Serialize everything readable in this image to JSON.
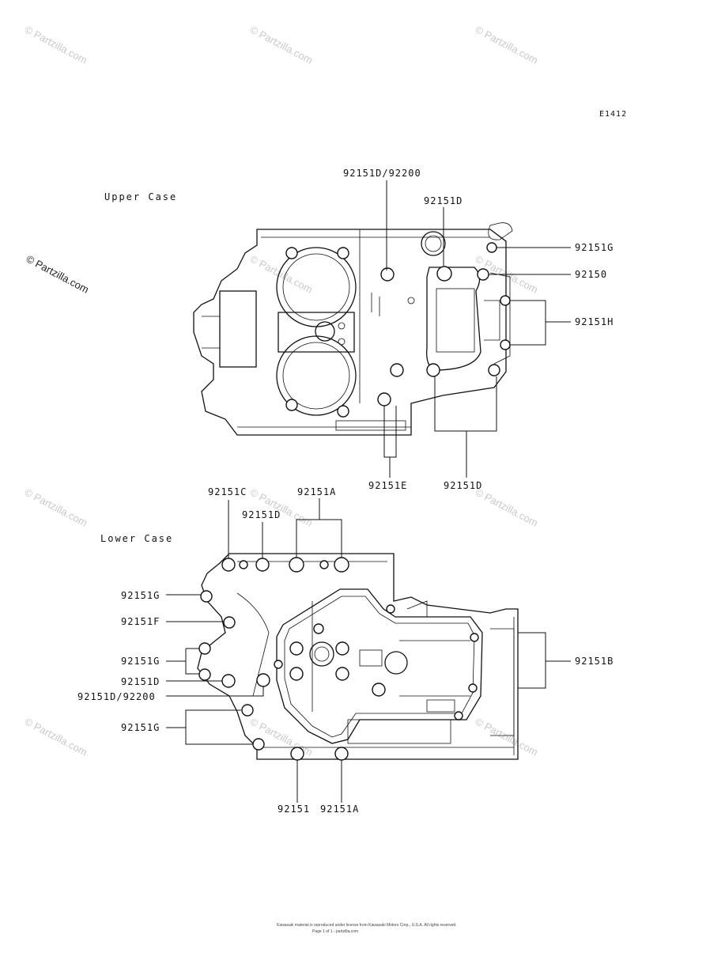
{
  "diagram_code": "E1412",
  "watermark": "© Partzilla.com",
  "footer": {
    "line1": "Kawasaki material is reproduced under license from Kawasaki Motors Corp., U.S.A. All rights reserved.",
    "line2": "Page 1 of 1 - partzilla.com"
  },
  "upper_case": {
    "title": "Upper Case",
    "labels": {
      "l92151d_92200": "92151D/92200",
      "l92151d_top": "92151D",
      "l92151g": "92151G",
      "l92150": "92150",
      "l92151h": "92151H",
      "l92151e": "92151E",
      "l92151d_bottom": "92151D"
    }
  },
  "lower_case": {
    "title": "Lower Case",
    "labels": {
      "l92151c": "92151C",
      "l92151a_top": "92151A",
      "l92151d_top": "92151D",
      "l92151g_1": "92151G",
      "l92151f": "92151F",
      "l92151g_2": "92151G",
      "l92151d_left": "92151D",
      "l92151d_92200": "92151D/92200",
      "l92151g_3": "92151G",
      "l92151b": "92151B",
      "l92151": "92151",
      "l92151a_bottom": "92151A"
    }
  }
}
